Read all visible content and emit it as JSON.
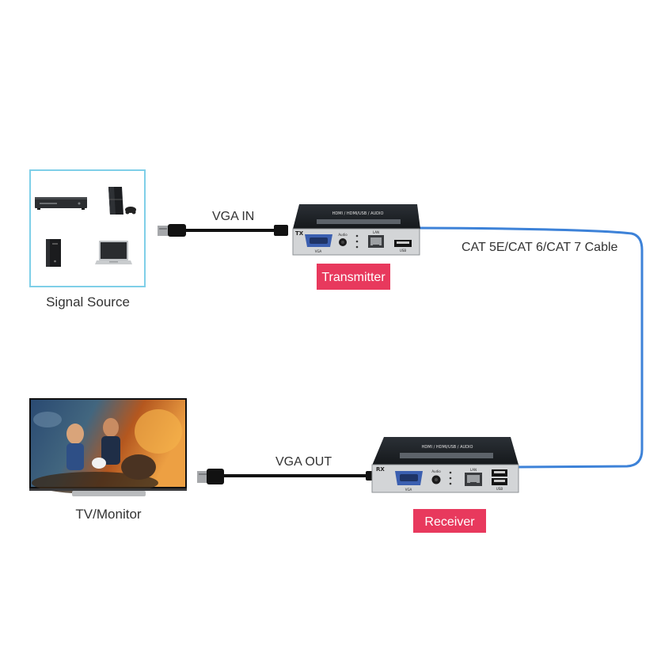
{
  "signal_source": {
    "label": "Signal Source",
    "devices": [
      {
        "icon": "dvd-player-icon"
      },
      {
        "icon": "game-console-icon"
      },
      {
        "icon": "pc-tower-icon"
      },
      {
        "icon": "laptop-icon"
      }
    ]
  },
  "cables": {
    "input_label": "VGA IN",
    "output_label": "VGA OUT",
    "network_label": "CAT 5E/CAT 6/CAT 7 Cable"
  },
  "transmitter": {
    "label": "Transmitter",
    "top_text": "HDMI / HDMI/USB / AUDIO",
    "panel_id": "TX",
    "ports": {
      "vga": "VGA",
      "audio": "Audio",
      "lan": "LAN",
      "usb": "USB"
    }
  },
  "receiver": {
    "label": "Receiver",
    "top_text": "HDMI / HDMI/USB / AUDIO",
    "panel_id": "RX",
    "ports": {
      "vga": "VGA",
      "audio": "Audio",
      "lan": "LAN",
      "usb": "USB"
    }
  },
  "display": {
    "label": "TV/Monitor"
  },
  "colors": {
    "tag_background": "#e8395d",
    "network_cable": "#3d82d8",
    "source_border": "#7fcfe8",
    "vga_port": "#3b5fb0"
  }
}
